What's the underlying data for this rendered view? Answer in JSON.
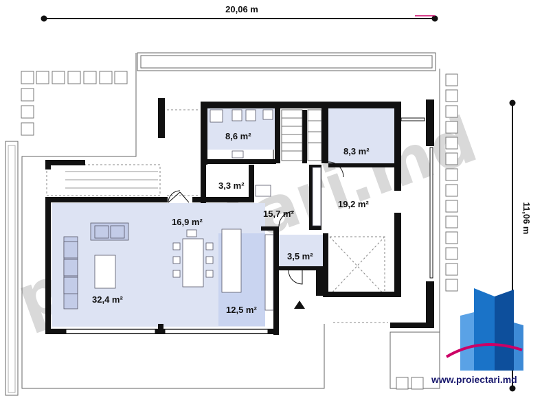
{
  "dimensions": {
    "width_label": "20,06 m",
    "depth_label": "11,06 m"
  },
  "rooms": {
    "living": "32,4 m²",
    "hall": "16,9 m²",
    "kitchen": "12,5 m²",
    "bathroom": "8,6 m²",
    "storage": "3,3 m²",
    "corridor": "15,7 m²",
    "room_a": "8,3 m²",
    "garage": "19,2 m²",
    "entrance": "3,5 m²"
  },
  "watermark": {
    "text": "proiectari.md"
  },
  "brand": {
    "website": "www.proiectari.md"
  },
  "colors": {
    "wall": "#111111",
    "floor_tint": "#dde3f3",
    "dimension_accent": "#cc0066",
    "logo_blue": "#1a73c8"
  }
}
